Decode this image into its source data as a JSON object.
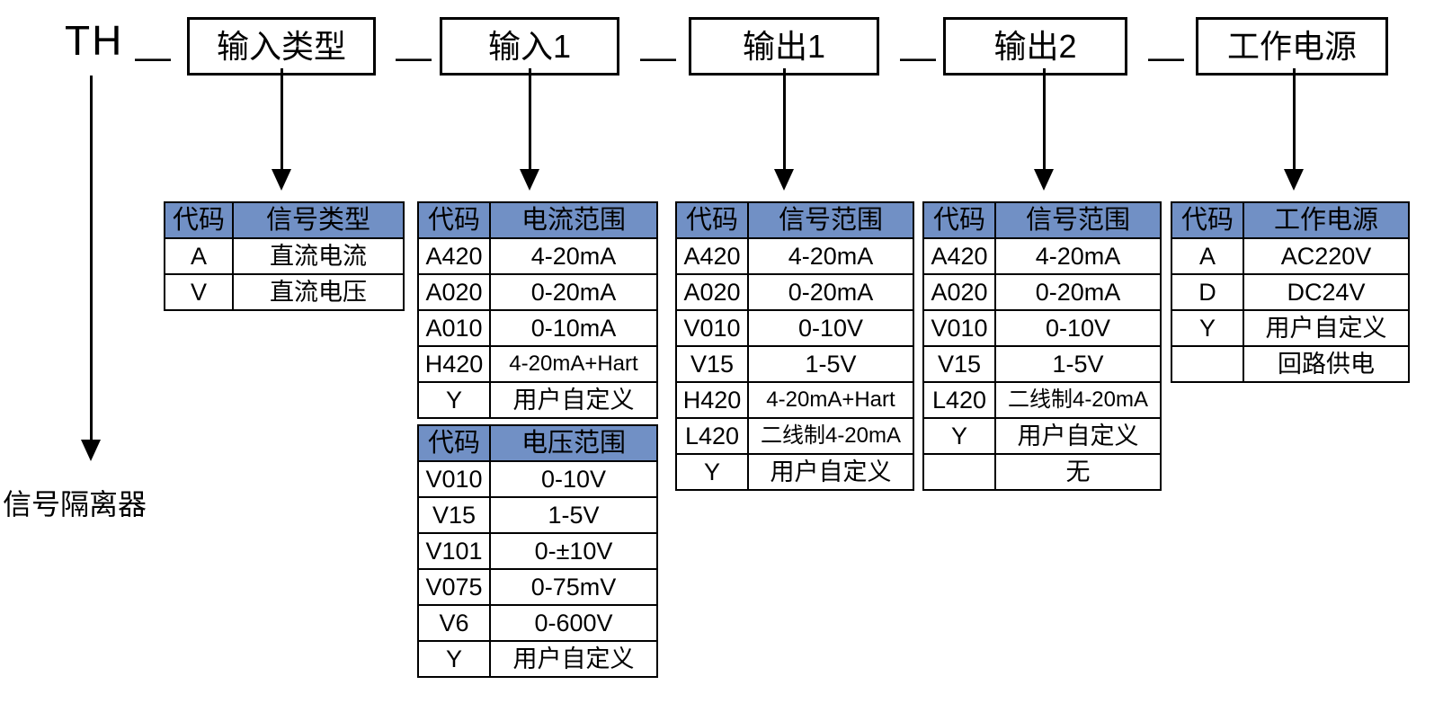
{
  "model_code": {
    "prefix": "TH",
    "separator": "—",
    "segments": [
      {
        "label": "输入类型"
      },
      {
        "label": "输入1"
      },
      {
        "label": "输出1"
      },
      {
        "label": "输出2"
      },
      {
        "label": "工作电源"
      }
    ]
  },
  "caption": "信号隔离器",
  "colors": {
    "header_fill": "#7190c5",
    "border": "#000000",
    "background": "#ffffff"
  },
  "tables": [
    {
      "id": "input-type",
      "headers": [
        "代码",
        "信号类型"
      ],
      "rows": [
        [
          "A",
          "直流电流"
        ],
        [
          "V",
          "直流电压"
        ]
      ]
    },
    {
      "id": "input1-current",
      "headers": [
        "代码",
        "电流范围"
      ],
      "rows": [
        [
          "A420",
          "4-20mA"
        ],
        [
          "A020",
          "0-20mA"
        ],
        [
          "A010",
          "0-10mA"
        ],
        [
          "H420",
          "4-20mA+Hart"
        ],
        [
          "Y",
          "用户自定义"
        ]
      ]
    },
    {
      "id": "input1-voltage",
      "headers": [
        "代码",
        "电压范围"
      ],
      "rows": [
        [
          "V010",
          "0-10V"
        ],
        [
          "V15",
          "1-5V"
        ],
        [
          "V101",
          "0-±10V"
        ],
        [
          "V075",
          "0-75mV"
        ],
        [
          "V6",
          "0-600V"
        ],
        [
          "Y",
          "用户自定义"
        ]
      ]
    },
    {
      "id": "output1",
      "headers": [
        "代码",
        "信号范围"
      ],
      "rows": [
        [
          "A420",
          "4-20mA"
        ],
        [
          "A020",
          "0-20mA"
        ],
        [
          "V010",
          "0-10V"
        ],
        [
          "V15",
          "1-5V"
        ],
        [
          "H420",
          "4-20mA+Hart"
        ],
        [
          "L420",
          "二线制4-20mA"
        ],
        [
          "Y",
          "用户自定义"
        ]
      ]
    },
    {
      "id": "output2",
      "headers": [
        "代码",
        "信号范围"
      ],
      "rows": [
        [
          "A420",
          "4-20mA"
        ],
        [
          "A020",
          "0-20mA"
        ],
        [
          "V010",
          "0-10V"
        ],
        [
          "V15",
          "1-5V"
        ],
        [
          "L420",
          "二线制4-20mA"
        ],
        [
          "Y",
          "用户自定义"
        ],
        [
          "",
          "无"
        ]
      ]
    },
    {
      "id": "power-supply",
      "headers": [
        "代码",
        "工作电源"
      ],
      "rows": [
        [
          "A",
          "AC220V"
        ],
        [
          "D",
          "DC24V"
        ],
        [
          "Y",
          "用户自定义"
        ],
        [
          "",
          "回路供电"
        ]
      ]
    }
  ]
}
